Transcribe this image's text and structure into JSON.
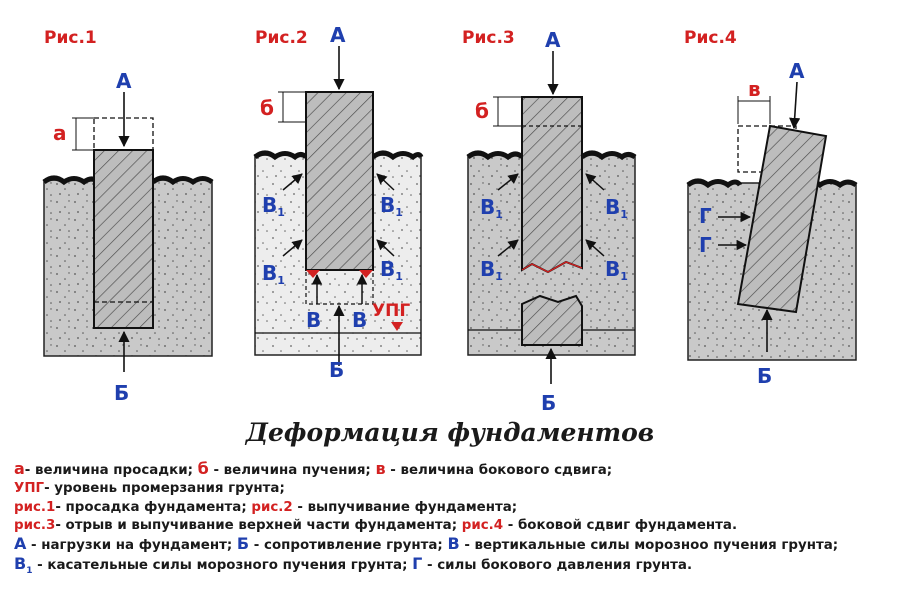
{
  "figures": [
    {
      "id": "fig1",
      "label": "Рис.1",
      "letters": {
        "load": "А",
        "settle": "а",
        "resist": "Б"
      }
    },
    {
      "id": "fig2",
      "label": "Рис.2",
      "letters": {
        "load": "А",
        "heave": "б",
        "resist": "Б",
        "tangential": "В",
        "tangential_sub": "1",
        "vertical": "В",
        "freeze_level": "УПГ"
      }
    },
    {
      "id": "fig3",
      "label": "Рис.3",
      "letters": {
        "load": "А",
        "heave": "б",
        "resist": "Б",
        "tangential": "В",
        "tangential_sub": "1"
      }
    },
    {
      "id": "fig4",
      "label": "Рис.4",
      "letters": {
        "load": "А",
        "shift": "в",
        "resist": "Б",
        "lateral": "Г"
      }
    }
  ],
  "title": "Деформация фундаментов",
  "legend": {
    "line1": {
      "k1": "а",
      "t1": "- величина просадки;",
      "k2": "б",
      "t2": " - величина пучения;",
      "k3": "в",
      "t3": " - величина бокового сдвига;"
    },
    "line2": {
      "k1": "УПГ",
      "t1": "- уровень промерзания грунта;"
    },
    "line3": {
      "k1": "рис.1",
      "t1": "- просадка фундамента;",
      "k2": "рис.2",
      "t2": " - выпучивание фундамента;"
    },
    "line4": {
      "k1": "рис.3",
      "t1": "- отрыв и выпучивание верхней части фундамента;",
      "k2": "рис.4",
      "t2": " - боковой сдвиг фундамента."
    },
    "line5": {
      "k1": "А",
      "t1": " - нагрузки на фундамент;",
      "k2": "Б",
      "t2": " - сопротивление грунта;",
      "k3": "В",
      "t3": " - вертикальные силы морозноо пучения грунта;"
    },
    "line6": {
      "k1": "В",
      "k1sub": "1",
      "t1": " - касательные силы морозного пучения грунта;",
      "k2": "Г",
      "t2": " - силы бокового давления грунта."
    }
  },
  "colors": {
    "accent_red": "#d32121",
    "accent_blue": "#1f3fae",
    "soil": "#c9c9c9",
    "foundation": "#bdbdbd"
  }
}
